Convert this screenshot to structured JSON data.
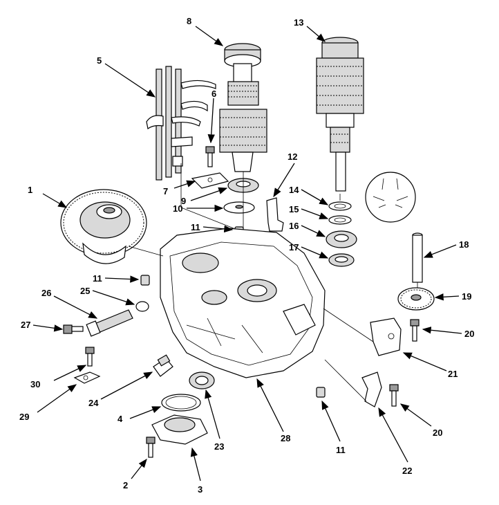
{
  "callouts": [
    {
      "id": "1",
      "label": "1"
    },
    {
      "id": "2",
      "label": "2"
    },
    {
      "id": "3",
      "label": "3"
    },
    {
      "id": "4",
      "label": "4"
    },
    {
      "id": "5",
      "label": "5"
    },
    {
      "id": "6",
      "label": "6"
    },
    {
      "id": "7",
      "label": "7"
    },
    {
      "id": "8",
      "label": "8"
    },
    {
      "id": "9",
      "label": "9"
    },
    {
      "id": "10",
      "label": "10"
    },
    {
      "id": "11a",
      "label": "11"
    },
    {
      "id": "11b",
      "label": "11"
    },
    {
      "id": "11c",
      "label": "11"
    },
    {
      "id": "12",
      "label": "12"
    },
    {
      "id": "13",
      "label": "13"
    },
    {
      "id": "14",
      "label": "14"
    },
    {
      "id": "15",
      "label": "15"
    },
    {
      "id": "16",
      "label": "16"
    },
    {
      "id": "17",
      "label": "17"
    },
    {
      "id": "18",
      "label": "18"
    },
    {
      "id": "19",
      "label": "19"
    },
    {
      "id": "20a",
      "label": "20"
    },
    {
      "id": "20b",
      "label": "20"
    },
    {
      "id": "21",
      "label": "21"
    },
    {
      "id": "22",
      "label": "22"
    },
    {
      "id": "23",
      "label": "23"
    },
    {
      "id": "24",
      "label": "24"
    },
    {
      "id": "25",
      "label": "25"
    },
    {
      "id": "26",
      "label": "26"
    },
    {
      "id": "27",
      "label": "27"
    },
    {
      "id": "28",
      "label": "28"
    },
    {
      "id": "29",
      "label": "29"
    },
    {
      "id": "30",
      "label": "30"
    }
  ]
}
